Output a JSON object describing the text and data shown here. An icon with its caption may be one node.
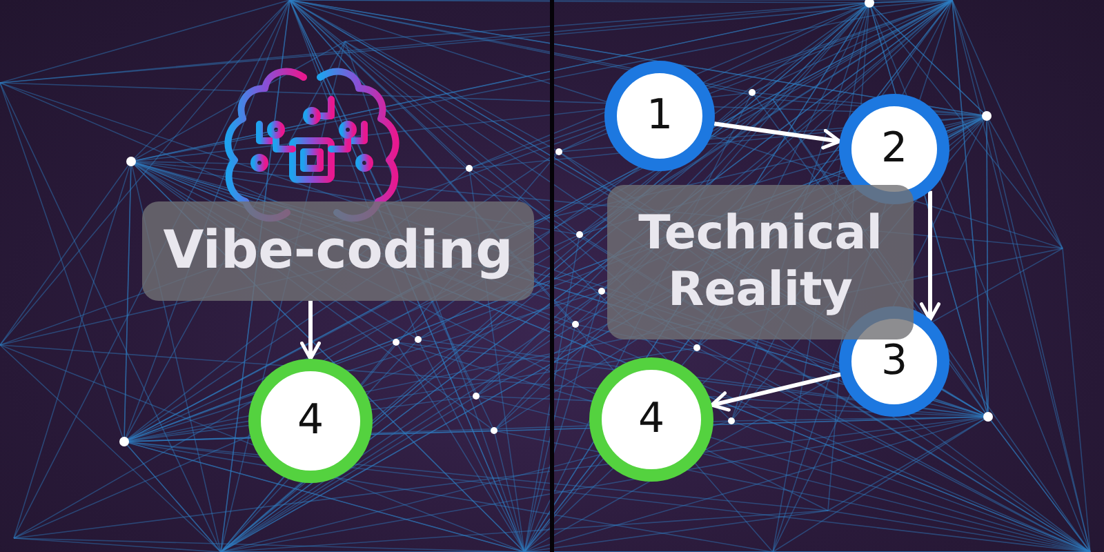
{
  "diagram": {
    "nodes": [
      {
        "text": [
          "Vibe-coding"
        ]
      },
      {
        "text": [
          "4"
        ]
      },
      {
        "text": [
          "1"
        ]
      },
      {
        "text": [
          "2"
        ]
      },
      {
        "text": [
          "Technical Reality"
        ]
      },
      {
        "text": [
          "3"
        ]
      },
      {
        "text": [
          "4"
        ]
      }
    ],
    "edges": [
      {
        "from": 0,
        "to": 1,
        "arrow": "to"
      },
      {
        "from": 2,
        "to": 3,
        "arrow": "to"
      },
      {
        "from": 3,
        "to": 5,
        "arrow": "to"
      },
      {
        "from": 5,
        "to": 6,
        "arrow": "to"
      }
    ]
  }
}
